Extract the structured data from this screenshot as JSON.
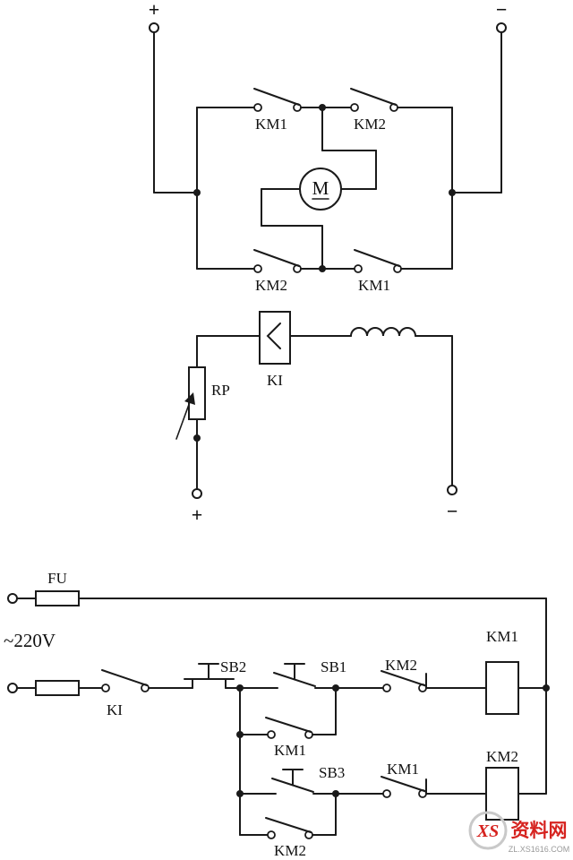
{
  "colors": {
    "line": "#1a1a1a",
    "watermark_red": "#d6231f",
    "watermark_gray": "#9a9a9a"
  },
  "power": {
    "plus": "+",
    "minus": "−",
    "km1_top": "KM1",
    "km2_top": "KM2",
    "km2_bottom": "KM2",
    "km1_bottom": "KM1",
    "motor": "M"
  },
  "field": {
    "ki": "KI",
    "rp": "RP",
    "plus": "+",
    "minus": "−"
  },
  "control": {
    "fu": "FU",
    "supply": "~220V",
    "ki": "KI",
    "sb2": "SB2",
    "sb1": "SB1",
    "sb3": "SB3",
    "km2_nc": "KM2",
    "km1_nc": "KM1",
    "km1_coil": "KM1",
    "km2_coil": "KM2",
    "km1_aux": "KM1",
    "km2_aux": "KM2"
  },
  "watermark": {
    "logo": "XS",
    "name": "资料网",
    "url": "ZL.XS1616.COM"
  }
}
